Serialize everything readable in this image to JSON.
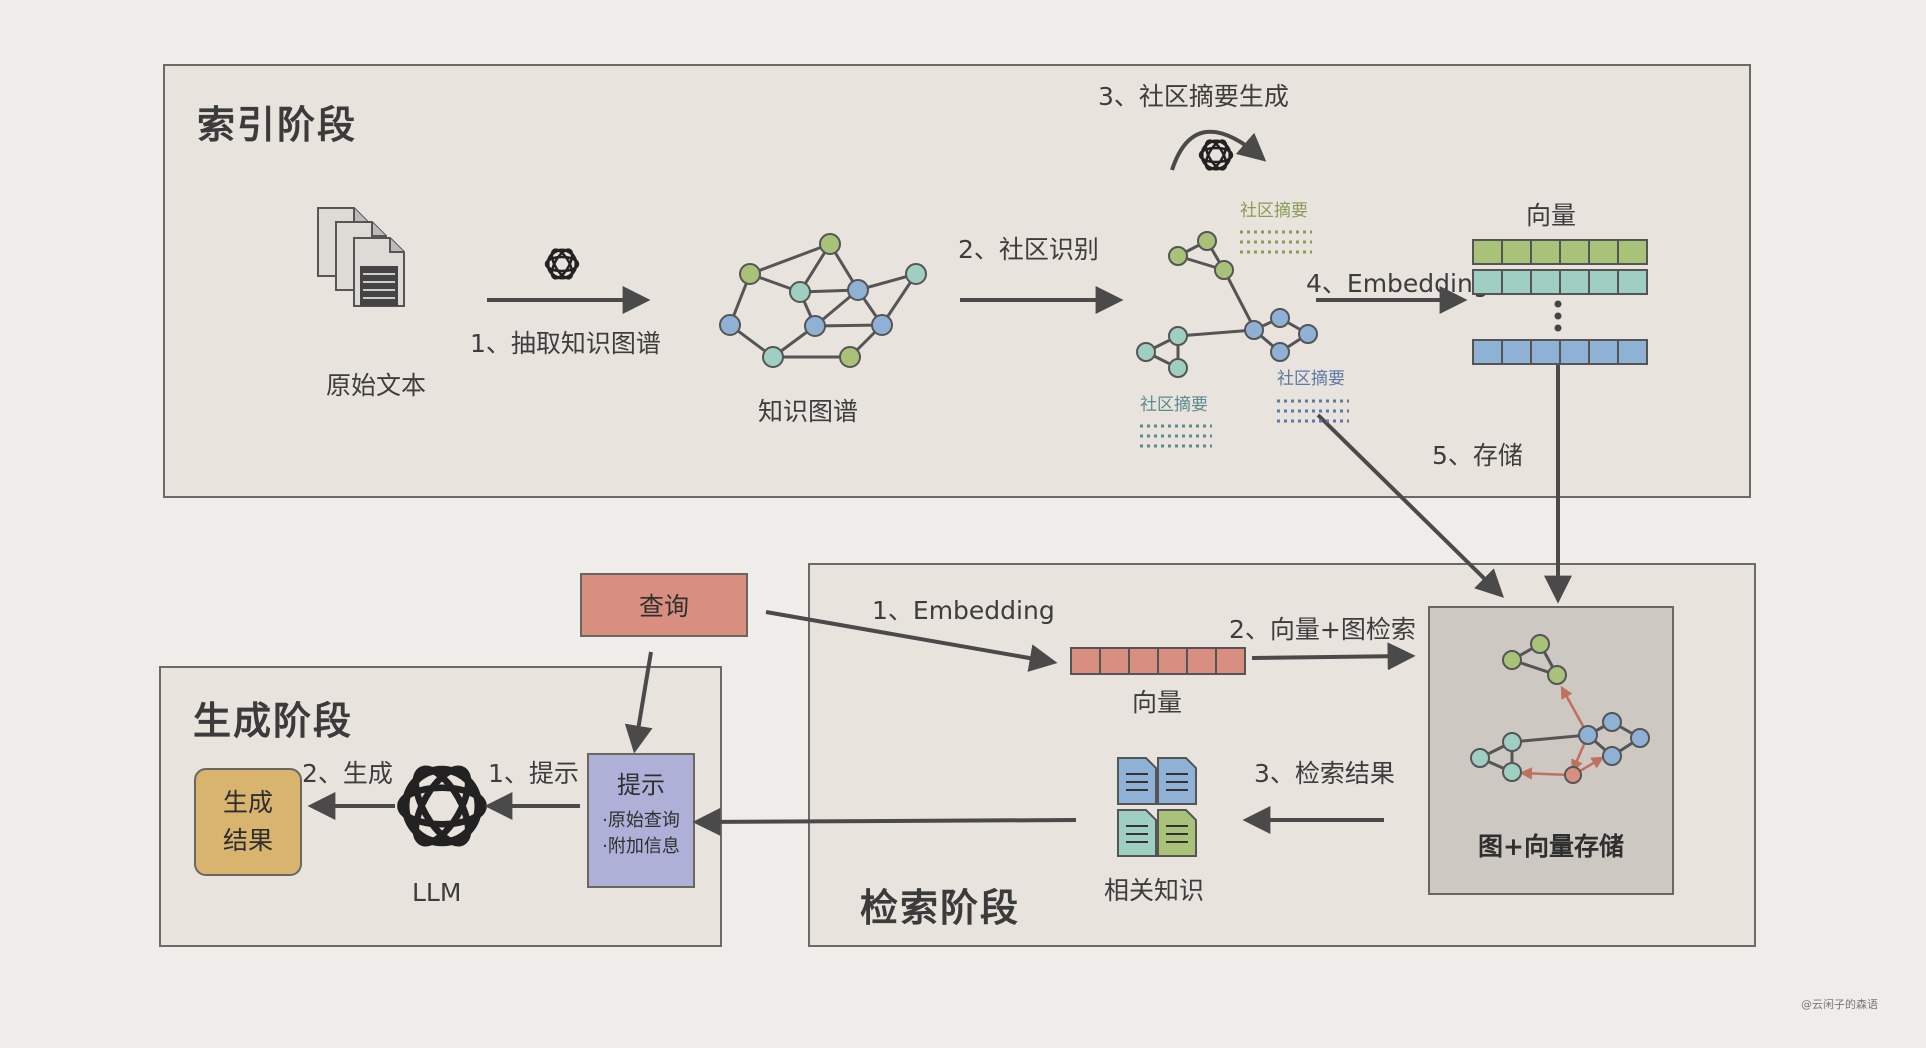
{
  "panels": {
    "index": {
      "title": "索引阶段"
    },
    "retrieve": {
      "title": "检索阶段"
    },
    "generate": {
      "title": "生成阶段"
    }
  },
  "index_stage": {
    "raw_text_label": "原始文本",
    "step1_label": "1、抽取知识图谱",
    "kg_label": "知识图谱",
    "step2_label": "2、社区识别",
    "step3_label": "3、社区摘要生成",
    "community_summary_label": "社区摘要",
    "step4_label": "4、Embedding",
    "vector_label": "向量",
    "step5_label": "5、存储"
  },
  "retrieve_stage": {
    "query_label": "查询",
    "step1_label": "1、Embedding",
    "vector_label": "向量",
    "step2_label": "2、向量+图检索",
    "store_label": "图+向量存储",
    "step3_label": "3、检索结果",
    "related_label": "相关知识"
  },
  "generate_stage": {
    "prompt_title": "提示",
    "prompt_items": [
      "·原始查询",
      "·附加信息"
    ],
    "hint_label": "1、提示",
    "llm_label": "LLM",
    "gen_label": "2、生成",
    "result_line1": "生成",
    "result_line2": "结果"
  },
  "watermark": "@云闲子的森语",
  "colors": {
    "green": "#a9c27a",
    "teal": "#9fcfc3",
    "blue": "#8fb1d6",
    "query_box": "#d98f7f",
    "prompt_box": "#aeb0d8",
    "result_box": "#d9b46f",
    "store_bg": "#cdc8c2",
    "arrow": "#4a4a4a",
    "red_edge": "#c0705f"
  }
}
